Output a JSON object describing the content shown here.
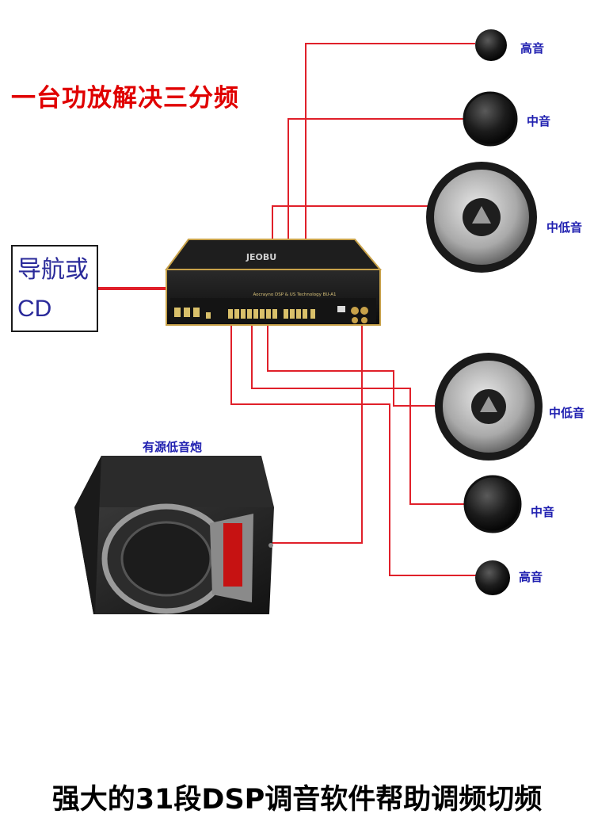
{
  "headline": "一台功放解决三分频",
  "source": {
    "line1": "导航或",
    "line2": "CD"
  },
  "amplifier": {
    "brand": "JEOBU",
    "model_text": "Aocrayno DSP & US Technology   BU-A1"
  },
  "speakers_top": [
    {
      "label": "高音"
    },
    {
      "label": "中音"
    },
    {
      "label": "中低音"
    }
  ],
  "speakers_bottom": [
    {
      "label": "中低音"
    },
    {
      "label": "中音"
    },
    {
      "label": "高音"
    }
  ],
  "subwoofer": {
    "label": "有源低音炮"
  },
  "bottom_title": "强大的31段DSP调音软件帮助调频切频",
  "colors": {
    "wire": "#e0202a",
    "label": "#2020b0",
    "headline": "#e00000"
  }
}
